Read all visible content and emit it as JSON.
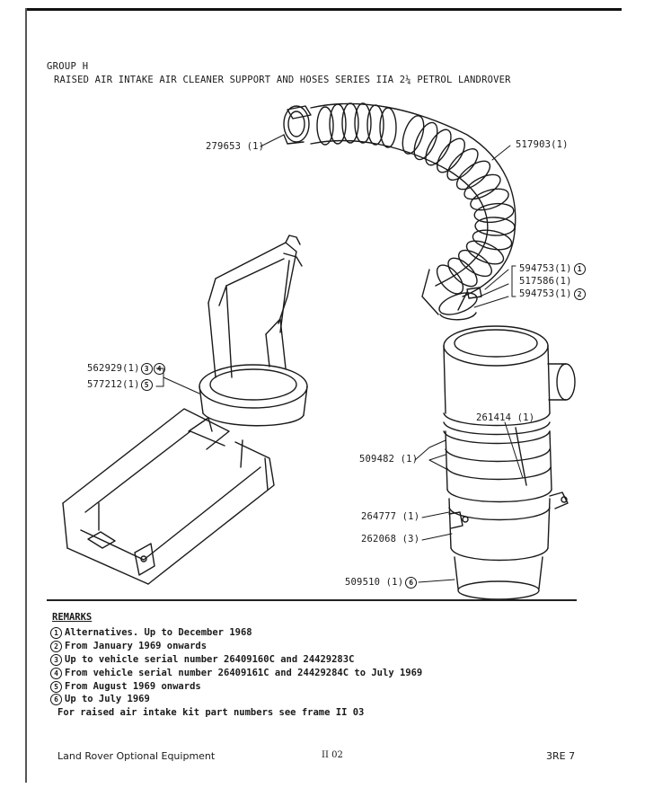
{
  "header": {
    "group": "GROUP H",
    "title": "RAISED AIR INTAKE AIR CLEANER SUPPORT AND HOSES  SERIES IIA 2¼ PETROL LANDROVER"
  },
  "callouts": {
    "c279653": "279653 (1)",
    "c517903": "517903(1)",
    "c594753a": "594753(1)",
    "c594753a_mark": "1",
    "c517586": "517586(1)",
    "c594753b": "594753(1)",
    "c594753b_mark": "2",
    "c562929": "562929(1)",
    "c562929_mark1": "3",
    "c562929_mark2": "4",
    "c577212": "577212(1)",
    "c577212_mark": "5",
    "c261414": "261414 (1)",
    "c509482": "509482 (1)",
    "c264777": "264777 (1)",
    "c262068": "262068 (3)",
    "c509510": "509510 (1)",
    "c509510_mark": "6"
  },
  "remarks": {
    "heading": "REMARKS",
    "items": [
      {
        "mark": "1",
        "text": "Alternatives. Up to December 1968"
      },
      {
        "mark": "2",
        "text": "From January 1969 onwards"
      },
      {
        "mark": "3",
        "text": "Up to vehicle serial number 26409160C and 24429283C"
      },
      {
        "mark": "4",
        "text": "From vehicle serial number 26409161C and 24429284C to July 1969"
      },
      {
        "mark": "5",
        "text": "From August 1969 onwards"
      },
      {
        "mark": "6",
        "text": "Up to July 1969"
      }
    ],
    "note": "For raised air intake kit part numbers see frame II 03"
  },
  "footer": {
    "left": "Land Rover Optional Equipment",
    "center": "II 02",
    "right": "3RE 7"
  }
}
